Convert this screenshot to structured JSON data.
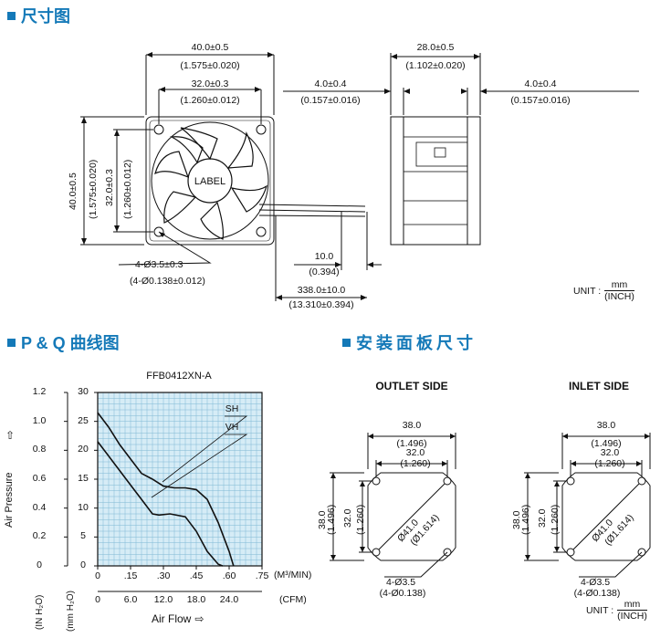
{
  "section_dims": {
    "title": "尺寸图"
  },
  "section_pq": {
    "title": "P & Q 曲线图"
  },
  "section_panel": {
    "title": "安装面板尺寸"
  },
  "dims": {
    "front_width": "40.0±0.5",
    "front_width_in": "(1.575±0.020)",
    "front_hole": "32.0±0.3",
    "front_hole_in": "(1.260±0.012)",
    "front_height": "40.0±0.5",
    "front_height_in": "(1.575±0.020)",
    "front_vhole": "32.0±0.3",
    "front_vhole_in": "(1.260±0.012)",
    "label": "LABEL",
    "holes": "4-Ø3.5±0.3",
    "holes_in": "(4-Ø0.138±0.012)",
    "side_depth": "28.0±0.5",
    "side_depth_in": "(1.102±0.020)",
    "rib_left": "4.0±0.4",
    "rib_left_in": "(0.157±0.016)",
    "rib_right": "4.0±0.4",
    "rib_right_in": "(0.157±0.016)",
    "strip": "10.0",
    "strip_in": "(0.394)",
    "lead": "338.0±10.0",
    "lead_in": "(13.310±0.394)"
  },
  "unit": {
    "prefix": "UNIT :",
    "num": "mm",
    "den": "(INCH)"
  },
  "chart_data": {
    "type": "line",
    "title": "FFB0412XN-A",
    "ylabel": "Air Pressure",
    "ylabel_units_left": "(IN H₂O)",
    "ylabel_units_right": "(mm H₂O)",
    "xlabel": "Air Flow",
    "x_unit_top": "(M³/MIN)",
    "x_unit_bottom": "(CFM)",
    "xlim": [
      0,
      0.75
    ],
    "ylim_mm": [
      0,
      30
    ],
    "ylim_in": [
      0,
      1.2
    ],
    "x_ticks_top": [
      "0",
      ".15",
      ".30",
      ".45",
      ".60",
      ".75"
    ],
    "x_ticks_bottom": [
      "0",
      "6.0",
      "12.0",
      "18.0",
      "24.0"
    ],
    "y_ticks_mm": [
      "0",
      "5",
      "10",
      "15",
      "20",
      "25",
      "30"
    ],
    "y_ticks_in": [
      "0",
      "0.2",
      "0.4",
      "0.6",
      "0.8",
      "1.0",
      "1.2"
    ],
    "grid": true,
    "series": [
      {
        "name": "SH",
        "x": [
          0,
          0.05,
          0.1,
          0.15,
          0.2,
          0.25,
          0.3,
          0.35,
          0.4,
          0.45,
          0.5,
          0.55,
          0.6,
          0.62
        ],
        "y": [
          26.5,
          24.0,
          21.0,
          18.5,
          16.0,
          15.0,
          13.8,
          13.5,
          13.5,
          13.2,
          11.5,
          7.5,
          2.5,
          0
        ]
      },
      {
        "name": "VH",
        "x": [
          0,
          0.05,
          0.1,
          0.15,
          0.2,
          0.25,
          0.28,
          0.33,
          0.4,
          0.45,
          0.5,
          0.55,
          0.57
        ],
        "y": [
          21.5,
          19.0,
          16.5,
          14.0,
          11.5,
          9.0,
          8.8,
          9.0,
          8.5,
          6.0,
          2.5,
          0.3,
          0
        ]
      }
    ]
  },
  "panel": {
    "outlet_title": "OUTLET SIDE",
    "inlet_title": "INLET SIDE",
    "w38": "38.0",
    "w38_in": "(1.496)",
    "w32": "32.0",
    "w32_in": "(1.260)",
    "h38": "38.0",
    "h38_in": "(1.496)",
    "h32": "32.0",
    "h32_in": "(1.260)",
    "dia": "Ø41.0",
    "dia_in": "(Ø1.614)",
    "holes": "4-Ø3.5",
    "holes_in": "(4-Ø0.138)"
  }
}
